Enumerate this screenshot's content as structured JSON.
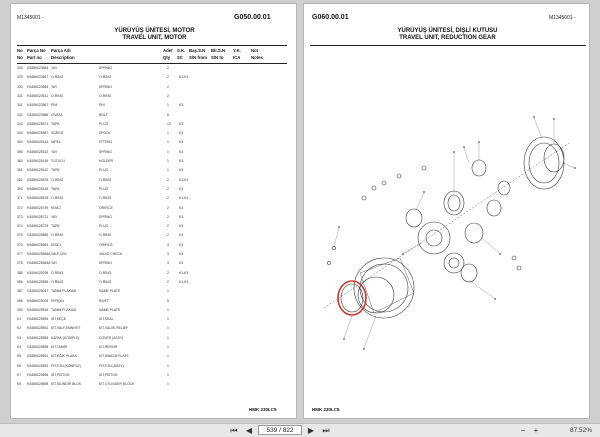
{
  "left_page": {
    "doc_code": "M1345001 -",
    "page_code": "G050.00.01",
    "title_tr": "YÜRÜYÜŞ ÜNİTESİ, MOTOR",
    "title_en": "TRAVEL UNIT, MOTOR",
    "col_headers_1": [
      "No",
      "Parça No",
      "Parça Adı",
      "Adet",
      "S.K.",
      "Baş.S.N",
      "Bit.S.N",
      "Y.K.",
      "Not"
    ],
    "col_headers_2": [
      "No",
      "Part no",
      "Description",
      "Qty",
      "SC",
      "S/N from",
      "S/N to",
      "ICA",
      "Notes"
    ],
    "rows": [
      [
        "328",
        "H3456023584",
        "YAY",
        "SPRING",
        "2",
        ""
      ],
      [
        "329",
        "H3456023567",
        "O-RİNG",
        "O-RING",
        "2",
        "K1,K3"
      ],
      [
        "330",
        "H3456023564",
        "YAY",
        "SPRING",
        "2",
        ""
      ],
      [
        "331",
        "H3456023511",
        "O-RİNG",
        "O-RING",
        "2",
        ""
      ],
      [
        "341",
        "H3456023567",
        "PİM",
        "PIN",
        "1",
        "K3"
      ],
      [
        "342",
        "H3456023586",
        "CIVATA",
        "BOLT",
        "8",
        ""
      ],
      [
        "343",
        "H3456025572",
        "TAPA",
        "PLUG",
        "10",
        "K3"
      ],
      [
        "344",
        "H3456025587",
        "SÜRGÜ",
        "SPOOL",
        "1",
        "K3"
      ],
      [
        "354",
        "H3456025143",
        "NİPEL",
        "FITTING",
        "1",
        "K3"
      ],
      [
        "355",
        "H3456025152",
        "YAY",
        "SPRING",
        "1",
        "K3"
      ],
      [
        "360",
        "H3456025145",
        "TUTUCU",
        "HOLDER",
        "1",
        "K3"
      ],
      [
        "361",
        "H3456025142",
        "TAPA",
        "PLUG",
        "1",
        "K3"
      ],
      [
        "362",
        "H3456025578",
        "O-RİNG",
        "O-RING",
        "2",
        "K1,K3"
      ],
      [
        "363",
        "H3456025145",
        "TAPA",
        "PLUG",
        "2",
        "K3"
      ],
      [
        "371",
        "H3456025578",
        "O-RİNG",
        "O-RING",
        "2",
        "K1,K3"
      ],
      [
        "372",
        "H3456025749",
        "KISICI",
        "ORIFICE",
        "2",
        "K3"
      ],
      [
        "373",
        "H3456025721",
        "YAY",
        "SPRING",
        "2",
        "K3"
      ],
      [
        "374",
        "H3456025729",
        "TAPA",
        "PLUG",
        "2",
        "K3"
      ],
      [
        "375",
        "H3456025589",
        "O-RİNG",
        "O-RING",
        "2",
        "K3"
      ],
      [
        "376",
        "H3456025563",
        "KISICI",
        "ORIFICE",
        "3",
        "K3"
      ],
      [
        "377",
        "H3456025565A",
        "VALF,ÇEK",
        "VALVE,CHECK",
        "3",
        "K3"
      ],
      [
        "378",
        "H3456025565A",
        "YAY",
        "SPRING",
        "3",
        "K3"
      ],
      [
        "385",
        "H3456025298",
        "O-RİNG",
        "O-RING",
        "2",
        "K1,K3"
      ],
      [
        "386",
        "H3456025596",
        "O-RİNG",
        "O-RING",
        "2",
        "K1,K3"
      ],
      [
        "387",
        "H3456025047",
        "TANIM PLAKASI",
        "NAME PLATE",
        "1",
        ""
      ],
      [
        "388",
        "H3456025025",
        "PERÇİN",
        "RIVET",
        "5",
        ""
      ],
      [
        "390",
        "H3456025515",
        "TANIM PLAKASI",
        "NAME PLATE",
        "1",
        ""
      ],
      [
        "K1",
        "H3456025595",
        "KİT,KEÇE",
        "KIT,SEAL",
        "1",
        ""
      ],
      [
        "K2",
        "H3456025591",
        "KİT,VALF,EMNİYET",
        "KIT,VALVE,RELIEF",
        "1",
        ""
      ],
      [
        "K3",
        "H3456025555",
        "KAPAK (KOMPLE)",
        "COVER (ASSY)",
        "1",
        ""
      ],
      [
        "K4",
        "H3456025598",
        "KİT,TAMİR",
        "KIT,REPAIR",
        "1",
        ""
      ],
      [
        "K5",
        "H3456025591",
        "KİT,EĞİK PLAKA",
        "KIT,SWASH PLATE",
        "1",
        ""
      ],
      [
        "K6",
        "H3456025593",
        "PİSTON (KOMPLE)",
        "PISTON (ASSY)",
        "1",
        ""
      ],
      [
        "K7",
        "H3456025698",
        "KİT,PİSTON",
        "KIT,PISTON",
        "1",
        ""
      ],
      [
        "K8",
        "H3456025698",
        "KİT,SİLİNDİR BLOK",
        "KIT,CYLINDER BLOCK",
        "1",
        ""
      ]
    ],
    "footer": "HMK 230LC5"
  },
  "right_page": {
    "page_code": "G060.00.01",
    "doc_code": "M1345001 -",
    "title_tr": "YÜRÜYÜŞ ÜNİTESİ, DİŞLİ KUTUSU",
    "title_en": "TRAVEL UNIT, REDUCTION GEAR",
    "footer": "HMK 230LC5"
  },
  "toolbar": {
    "page_value": "539 / 822",
    "zoom": "87.52%",
    "icons": [
      "first-page-icon",
      "prev-page-icon",
      "next-page-icon",
      "last-page-icon",
      "zoom-out-icon",
      "zoom-in-icon"
    ]
  },
  "colors": {
    "viewer_bg": "#cfcfcf",
    "page_bg": "#ffffff",
    "gear_line": "#3a3a3a",
    "ring_red": "#c0392b"
  }
}
